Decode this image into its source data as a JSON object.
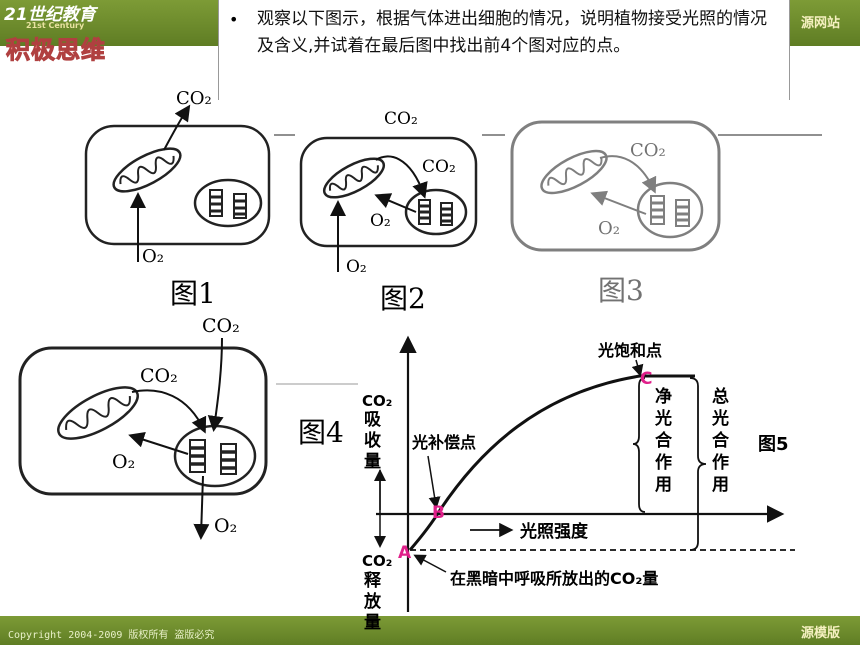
{
  "header": {
    "logo_text": "21世纪教育",
    "logo_sub": "21st Century",
    "section_title": "积极思维",
    "site_right": "源网站"
  },
  "footer": {
    "copyright": "Copyright 2004-2009 版权所有 盗版必究",
    "site_right": "源模版"
  },
  "instruction": {
    "bullet": "•",
    "text": "观察以下图示，根据气体进出细胞的情况，说明植物接受光照的情况及含义,并试着在最后图中找出前4个图对应的点。"
  },
  "figures": {
    "fig1": {
      "label": "图1",
      "co2": "CO₂",
      "o2": "O₂"
    },
    "fig2": {
      "label": "图2",
      "co2_top": "CO₂",
      "co2_mid": "CO₂",
      "o2_mid": "O₂",
      "o2_bottom": "O₂"
    },
    "fig3": {
      "label": "图3",
      "co2": "CO₂",
      "o2": "O₂"
    },
    "fig4": {
      "label": "图4",
      "co2_top": "CO₂",
      "co2_mid": "CO₂",
      "o2_left": "O₂",
      "o2_bottom": "O₂"
    }
  },
  "graph": {
    "fig_label": "图5",
    "y_top_label": [
      "CO₂",
      "吸",
      "收",
      "量"
    ],
    "y_bottom_label": [
      "CO₂",
      "释",
      "放",
      "量"
    ],
    "light_saturation": "光饱和点",
    "light_compensation": "光补偿点",
    "x_axis_label": "光照强度",
    "dark_respiration": "在黑暗中呼吸所放出的CO₂量",
    "net_photosynthesis": [
      "净",
      "光",
      "合",
      "作",
      "用"
    ],
    "total_photosynthesis": [
      "总",
      "光",
      "合",
      "作",
      "用"
    ],
    "point_a": "A",
    "point_b": "B",
    "point_c": "C",
    "point_color": "#e0208a"
  }
}
